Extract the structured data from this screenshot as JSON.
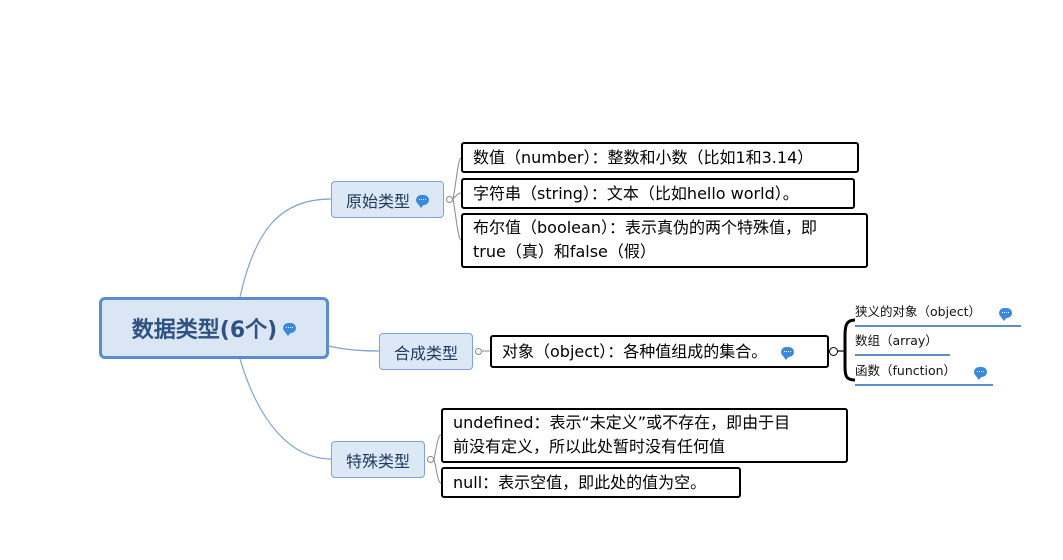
{
  "root": {
    "label": "数据类型(6个)"
  },
  "branches": [
    {
      "label": "原始类型",
      "leaves": [
        {
          "lines": [
            "数值（number）：整数和小数（比如1和3.14）"
          ]
        },
        {
          "lines": [
            "字符串（string）：文本（比如hello world）。"
          ]
        },
        {
          "lines": [
            "布尔值（boolean）：表示真伪的两个特殊值，即",
            "true（真）和false（假）"
          ]
        }
      ]
    },
    {
      "label": "合成类型",
      "leaves": [
        {
          "lines": [
            "对象（object）：各种值组成的集合。"
          ],
          "children": [
            {
              "label": "狭义的对象（object）"
            },
            {
              "label": "数组（array）"
            },
            {
              "label": "函数（function）"
            }
          ]
        }
      ]
    },
    {
      "label": "特殊类型",
      "leaves": [
        {
          "lines": [
            "undefined：表示“未定义”或不存在，即由于目",
            "前没有定义，所以此处暂时没有任何值"
          ]
        },
        {
          "lines": [
            "null：表示空值，即此处的值为空。"
          ]
        }
      ]
    }
  ],
  "colors": {
    "connector": "#7fa3d2",
    "root_border": "#5b8ccd",
    "note_icon": "#3a89dd"
  },
  "icons": {
    "note": "note-icon",
    "collapse": "collapse-toggle-icon"
  }
}
